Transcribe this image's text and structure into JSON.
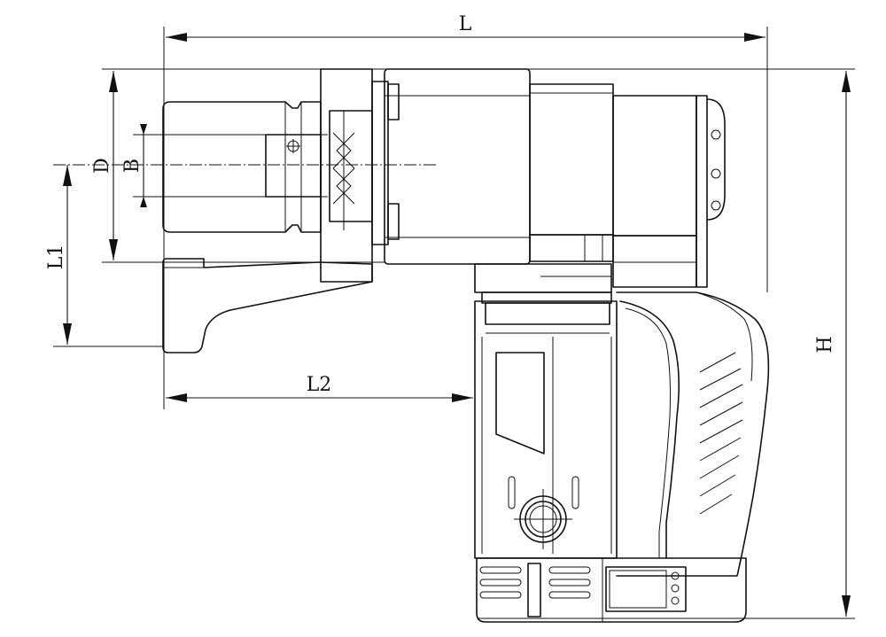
{
  "labels": {
    "L": "L",
    "H": "H",
    "D": "D",
    "B": "B",
    "L1": "L1",
    "L2": "L2"
  }
}
